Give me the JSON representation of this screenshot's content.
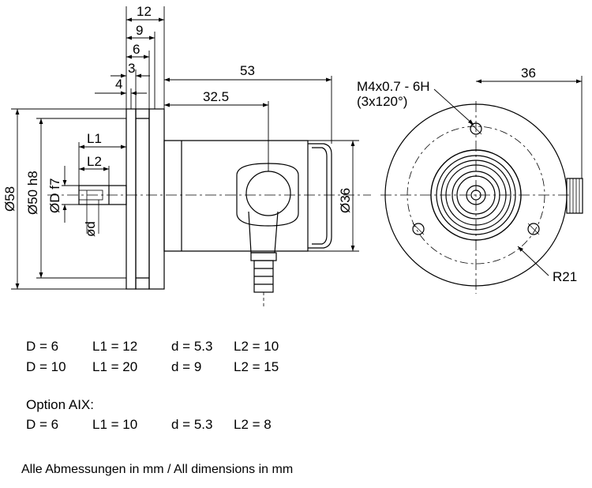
{
  "dimensions": {
    "d12": "12",
    "d9": "9",
    "d6": "6",
    "d3": "3",
    "d4": "4",
    "d53": "53",
    "d32_5": "32.5",
    "d36_right": "36",
    "L1": "L1",
    "L2": "L2",
    "dia58": "Ø58",
    "dia50": "Ø50 h8",
    "diaD": "ØD f7",
    "diad": "ød",
    "dia36": "Ø36",
    "thread": "M4x0.7 - 6H",
    "thread_count": "(3x120°)",
    "radius": "R21"
  },
  "table": {
    "rows": [
      {
        "D": "D =   6",
        "L1": "L1 = 12",
        "d": "d = 5.3",
        "L2": "L2 = 10"
      },
      {
        "D": "D = 10",
        "L1": "L1 = 20",
        "d": "d = 9",
        "L2": "L2 = 15"
      }
    ],
    "option_title": "Option AIX:",
    "option_rows": [
      {
        "D": "D =   6",
        "L1": "L1 = 10",
        "d": "d = 5.3",
        "L2": "L2 = 8"
      }
    ]
  },
  "footer": "Alle Abmessungen in mm / All dimensions in mm"
}
